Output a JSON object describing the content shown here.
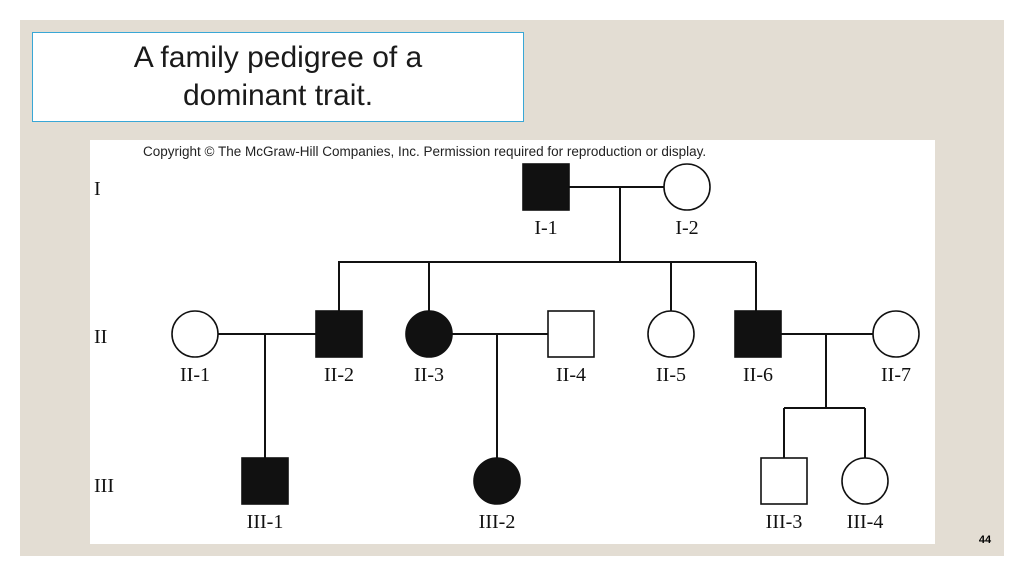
{
  "slide": {
    "title": "A family pedigree of a dominant trait.",
    "page_number": "44",
    "colors": {
      "background": "#e3ddd3",
      "title_border": "#39a7d6",
      "affected": "#111111",
      "unaffected": "#ffffff"
    }
  },
  "figure": {
    "copyright": "Copyright © The McGraw-Hill Companies, Inc. Permission required for reproduction or display.",
    "generations": [
      "I",
      "II",
      "III"
    ],
    "legend_meaning": {
      "square": "male",
      "circle": "female",
      "filled": "affected"
    },
    "individuals": [
      {
        "id": "I-1",
        "sex": "male",
        "affected": true
      },
      {
        "id": "I-2",
        "sex": "female",
        "affected": false
      },
      {
        "id": "II-1",
        "sex": "female",
        "affected": false
      },
      {
        "id": "II-2",
        "sex": "male",
        "affected": true
      },
      {
        "id": "II-3",
        "sex": "female",
        "affected": true
      },
      {
        "id": "II-4",
        "sex": "male",
        "affected": false
      },
      {
        "id": "II-5",
        "sex": "female",
        "affected": false
      },
      {
        "id": "II-6",
        "sex": "male",
        "affected": true
      },
      {
        "id": "II-7",
        "sex": "female",
        "affected": false
      },
      {
        "id": "III-1",
        "sex": "male",
        "affected": true
      },
      {
        "id": "III-2",
        "sex": "female",
        "affected": true
      },
      {
        "id": "III-3",
        "sex": "male",
        "affected": false
      },
      {
        "id": "III-4",
        "sex": "female",
        "affected": false
      }
    ],
    "matings": [
      {
        "partners": [
          "I-1",
          "I-2"
        ],
        "children": [
          "II-2",
          "II-3",
          "II-5",
          "II-6"
        ]
      },
      {
        "partners": [
          "II-1",
          "II-2"
        ],
        "children": [
          "III-1"
        ]
      },
      {
        "partners": [
          "II-3",
          "II-4"
        ],
        "children": [
          "III-2"
        ]
      },
      {
        "partners": [
          "II-6",
          "II-7"
        ],
        "children": [
          "III-3",
          "III-4"
        ]
      }
    ]
  }
}
